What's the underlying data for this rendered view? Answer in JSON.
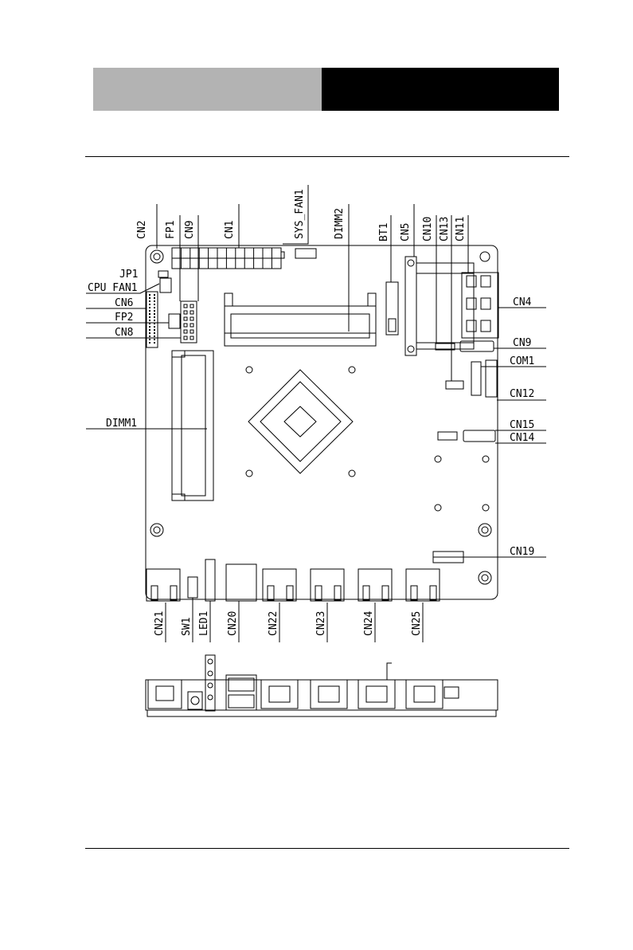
{
  "header": {
    "left_color": "#b3b3b3",
    "right_color": "#000000"
  },
  "diagram": {
    "labels": {
      "cn2": "CN2",
      "fp1": "FP1",
      "cn9_top": "CN9",
      "cn1": "CN1",
      "sys_fan1": "SYS_FAN1",
      "dimm2": "DIMM2",
      "bt1": "BT1",
      "cn5": "CN5",
      "cn10": "CN10",
      "cn13": "CN13",
      "cn11": "CN11",
      "jp1": "JP1",
      "cpu_fan1": "CPU_FAN1",
      "cn6": "CN6",
      "fp2": "FP2",
      "cn8": "CN8",
      "dimm1": "DIMM1",
      "cn4": "CN4",
      "cn9_right": "CN9",
      "com1": "COM1",
      "cn12": "CN12",
      "cn15": "CN15",
      "cn14": "CN14",
      "cn19": "CN19",
      "cn21": "CN21",
      "sw1": "SW1",
      "led1": "LED1",
      "cn20": "CN20",
      "cn22": "CN22",
      "cn23": "CN23",
      "cn24": "CN24",
      "cn25": "CN25"
    }
  }
}
